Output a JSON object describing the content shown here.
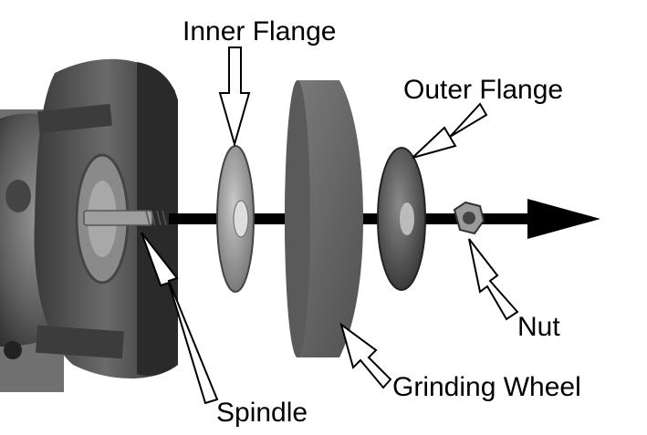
{
  "labels": {
    "inner_flange": "Inner Flange",
    "outer_flange": "Outer Flange",
    "nut": "Nut",
    "grinding_wheel": "Grinding Wheel",
    "spindle": "Spindle"
  },
  "colors": {
    "background": "#ffffff",
    "axis_arrow": "#000000",
    "wheel": "#6b6b6b",
    "grinder_body": "#5a5a5a",
    "flange": "#8a8a8a"
  }
}
